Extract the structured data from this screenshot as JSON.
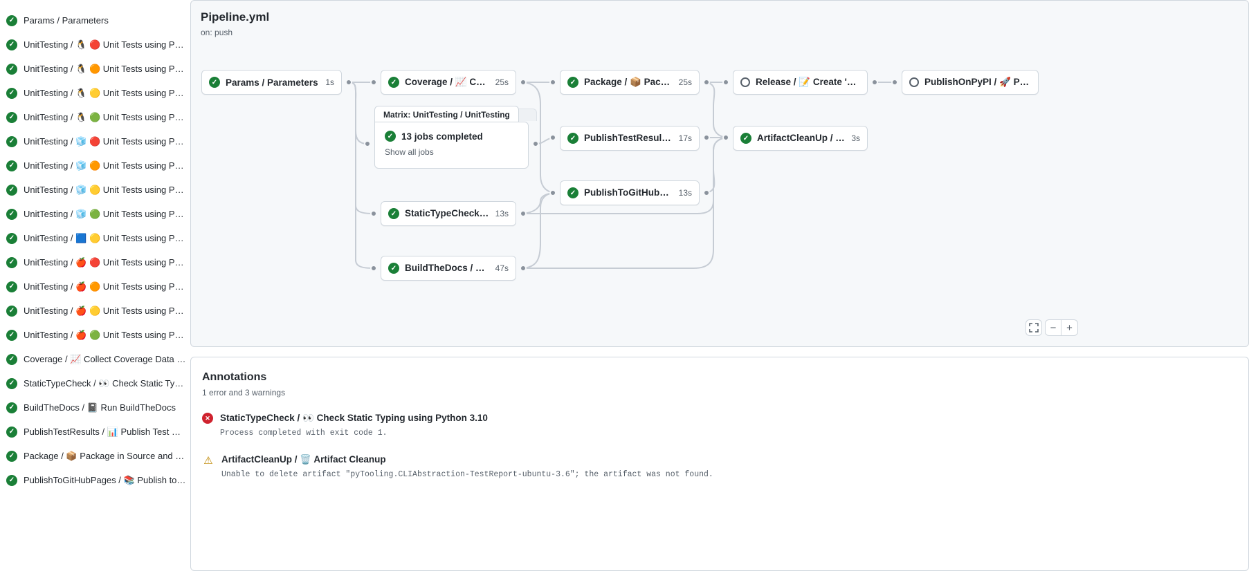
{
  "colors": {
    "success_green": "#1a7f37",
    "error_red": "#cf222e",
    "warning_yellow": "#bf8700",
    "border": "#d0d7de",
    "canvas": "#f6f8fa",
    "text_secondary": "#57606a"
  },
  "sidebar": {
    "items": [
      {
        "status": "success",
        "label": "Params / Parameters"
      },
      {
        "status": "success",
        "label": "UnitTesting / 🐧 🔴 Unit Tests using Pyth..."
      },
      {
        "status": "success",
        "label": "UnitTesting / 🐧 🟠 Unit Tests using Pyth..."
      },
      {
        "status": "success",
        "label": "UnitTesting / 🐧 🟡 Unit Tests using Pyth..."
      },
      {
        "status": "success",
        "label": "UnitTesting / 🐧 🟢 Unit Tests using Pyth..."
      },
      {
        "status": "success",
        "label": "UnitTesting / 🧊 🔴 Unit Tests using Pyth..."
      },
      {
        "status": "success",
        "label": "UnitTesting / 🧊 🟠 Unit Tests using Pyth..."
      },
      {
        "status": "success",
        "label": "UnitTesting / 🧊 🟡 Unit Tests using Pyth..."
      },
      {
        "status": "success",
        "label": "UnitTesting / 🧊 🟢 Unit Tests using Pyth..."
      },
      {
        "status": "success",
        "label": "UnitTesting / 🟦 🟡 Unit Tests using Pyth..."
      },
      {
        "status": "success",
        "label": "UnitTesting / 🍎 🔴 Unit Tests using Pyth..."
      },
      {
        "status": "success",
        "label": "UnitTesting / 🍎 🟠 Unit Tests using Pyth..."
      },
      {
        "status": "success",
        "label": "UnitTesting / 🍎 🟡 Unit Tests using Pyth..."
      },
      {
        "status": "success",
        "label": "UnitTesting / 🍎 🟢 Unit Tests using Pyth..."
      },
      {
        "status": "success",
        "label": "Coverage / 📈 Collect Coverage Data usi..."
      },
      {
        "status": "success",
        "label": "StaticTypeCheck / 👀 Check Static Typing..."
      },
      {
        "status": "success",
        "label": "BuildTheDocs / 📓 Run BuildTheDocs"
      },
      {
        "status": "success",
        "label": "PublishTestResults / 📊 Publish Test Resu..."
      },
      {
        "status": "success",
        "label": "Package / 📦 Package in Source and Wh..."
      },
      {
        "status": "success",
        "label": "PublishToGitHubPages / 📚 Publish to G..."
      }
    ]
  },
  "graph": {
    "title": "Pipeline.yml",
    "trigger": "on: push",
    "nodes": [
      {
        "id": "params",
        "status": "success",
        "label": "Params / Parameters",
        "duration": "1s"
      },
      {
        "id": "coverage",
        "status": "success",
        "label": "Coverage / 📈 Collect Cove...",
        "duration": "25s"
      },
      {
        "id": "package",
        "status": "success",
        "label": "Package / 📦 Package in So...",
        "duration": "25s"
      },
      {
        "id": "release",
        "status": "skipped",
        "label": "Release / 📝 Create 'Release P...",
        "duration": ""
      },
      {
        "id": "publishonpypi",
        "status": "skipped",
        "label": "PublishOnPyPI / 🚀 Publish to ...",
        "duration": ""
      },
      {
        "id": "publishtestresults",
        "status": "success",
        "label": "PublishTestResults / 📊 Pu...",
        "duration": "17s"
      },
      {
        "id": "artifactcleanup",
        "status": "success",
        "label": "ArtifactCleanUp / 🗑️ Artifac...",
        "duration": "3s"
      },
      {
        "id": "publishtogithubpages",
        "status": "success",
        "label": "PublishToGitHubPages / 📚 ...",
        "duration": "13s"
      },
      {
        "id": "statictypecheck",
        "status": "success",
        "label": "StaticTypeCheck / 👀 Chec...",
        "duration": "13s"
      },
      {
        "id": "buildthedocs",
        "status": "success",
        "label": "BuildTheDocs / 📓 Run Buil...",
        "duration": "47s"
      }
    ],
    "matrix": {
      "tab": "Matrix: UnitTesting / UnitTesting",
      "summary": "13 jobs completed",
      "link": "Show all jobs"
    },
    "controls": {
      "zoom_out": "−",
      "zoom_in": "+"
    }
  },
  "annotations": {
    "title": "Annotations",
    "subtitle": "1 error and 3 warnings",
    "items": [
      {
        "severity": "error",
        "title": "StaticTypeCheck / 👀 Check Static Typing using Python 3.10",
        "message": "Process completed with exit code 1."
      },
      {
        "severity": "warning",
        "title": "ArtifactCleanUp / 🗑️ Artifact Cleanup",
        "message": "Unable to delete artifact \"pyTooling.CLIAbstraction-TestReport-ubuntu-3.6\"; the artifact was not found."
      }
    ]
  }
}
